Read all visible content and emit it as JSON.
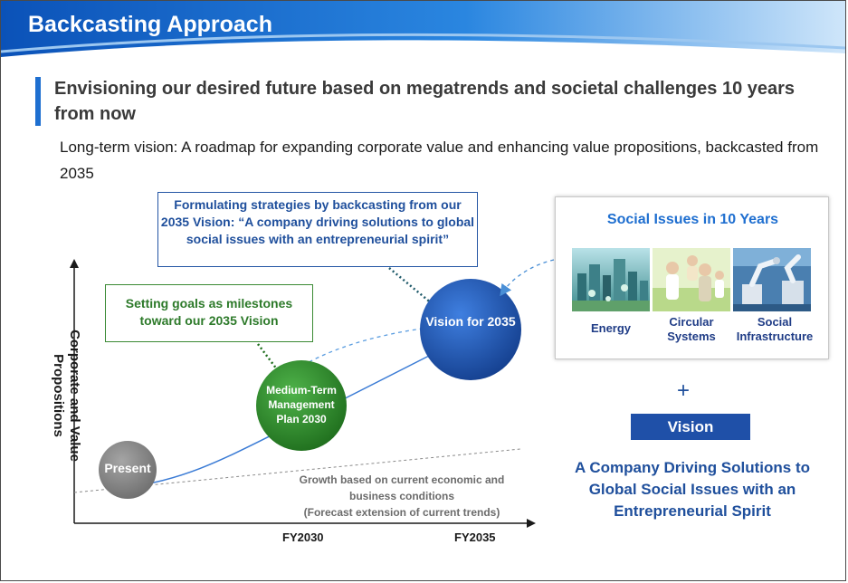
{
  "header": {
    "title": "Backcasting Approach"
  },
  "subtitle": "Envisioning our desired future based on megatrends and societal challenges 10 years from now",
  "long_term_vision": "Long-term vision: A roadmap for expanding corporate value and enhancing value propositions, backcasted from 2035",
  "diagram": {
    "strategy_box": "Formulating strategies by backcasting from our 2035 Vision: “A company driving solutions to global social issues with an entrepreneurial spirit”",
    "goals_box": "Setting goals as milestones toward our 2035 Vision",
    "y_axis_label": "Corporate and Value Propositions",
    "present_label": "Present",
    "mtp_label": "Medium-Term Management Plan 2030",
    "vision_label": "Vision for 2035",
    "growth_text_1": "Growth based on current economic and business conditions",
    "growth_text_2": "(Forecast extension of current trends)",
    "ticks": [
      "FY2030",
      "FY2035"
    ],
    "colors": {
      "present": "#7a7a7a",
      "mtp": "#2f8a2c",
      "vision": "#1c4fa8",
      "strategy_border": "#2456a4",
      "goals_border": "#3a8a34"
    }
  },
  "social_issues": {
    "title": "Social Issues in 10 Years",
    "items": [
      {
        "label": "Energy",
        "icon": "city-energy-photo"
      },
      {
        "label": "Circular Systems",
        "icon": "family-outdoors-photo"
      },
      {
        "label": "Social Infrastructure",
        "icon": "robot-arm-photo"
      }
    ]
  },
  "plus_symbol": "+",
  "vision_bar": "Vision",
  "vision_statement": "A Company Driving Solutions to Global Social Issues with an Entrepreneurial Spirit"
}
